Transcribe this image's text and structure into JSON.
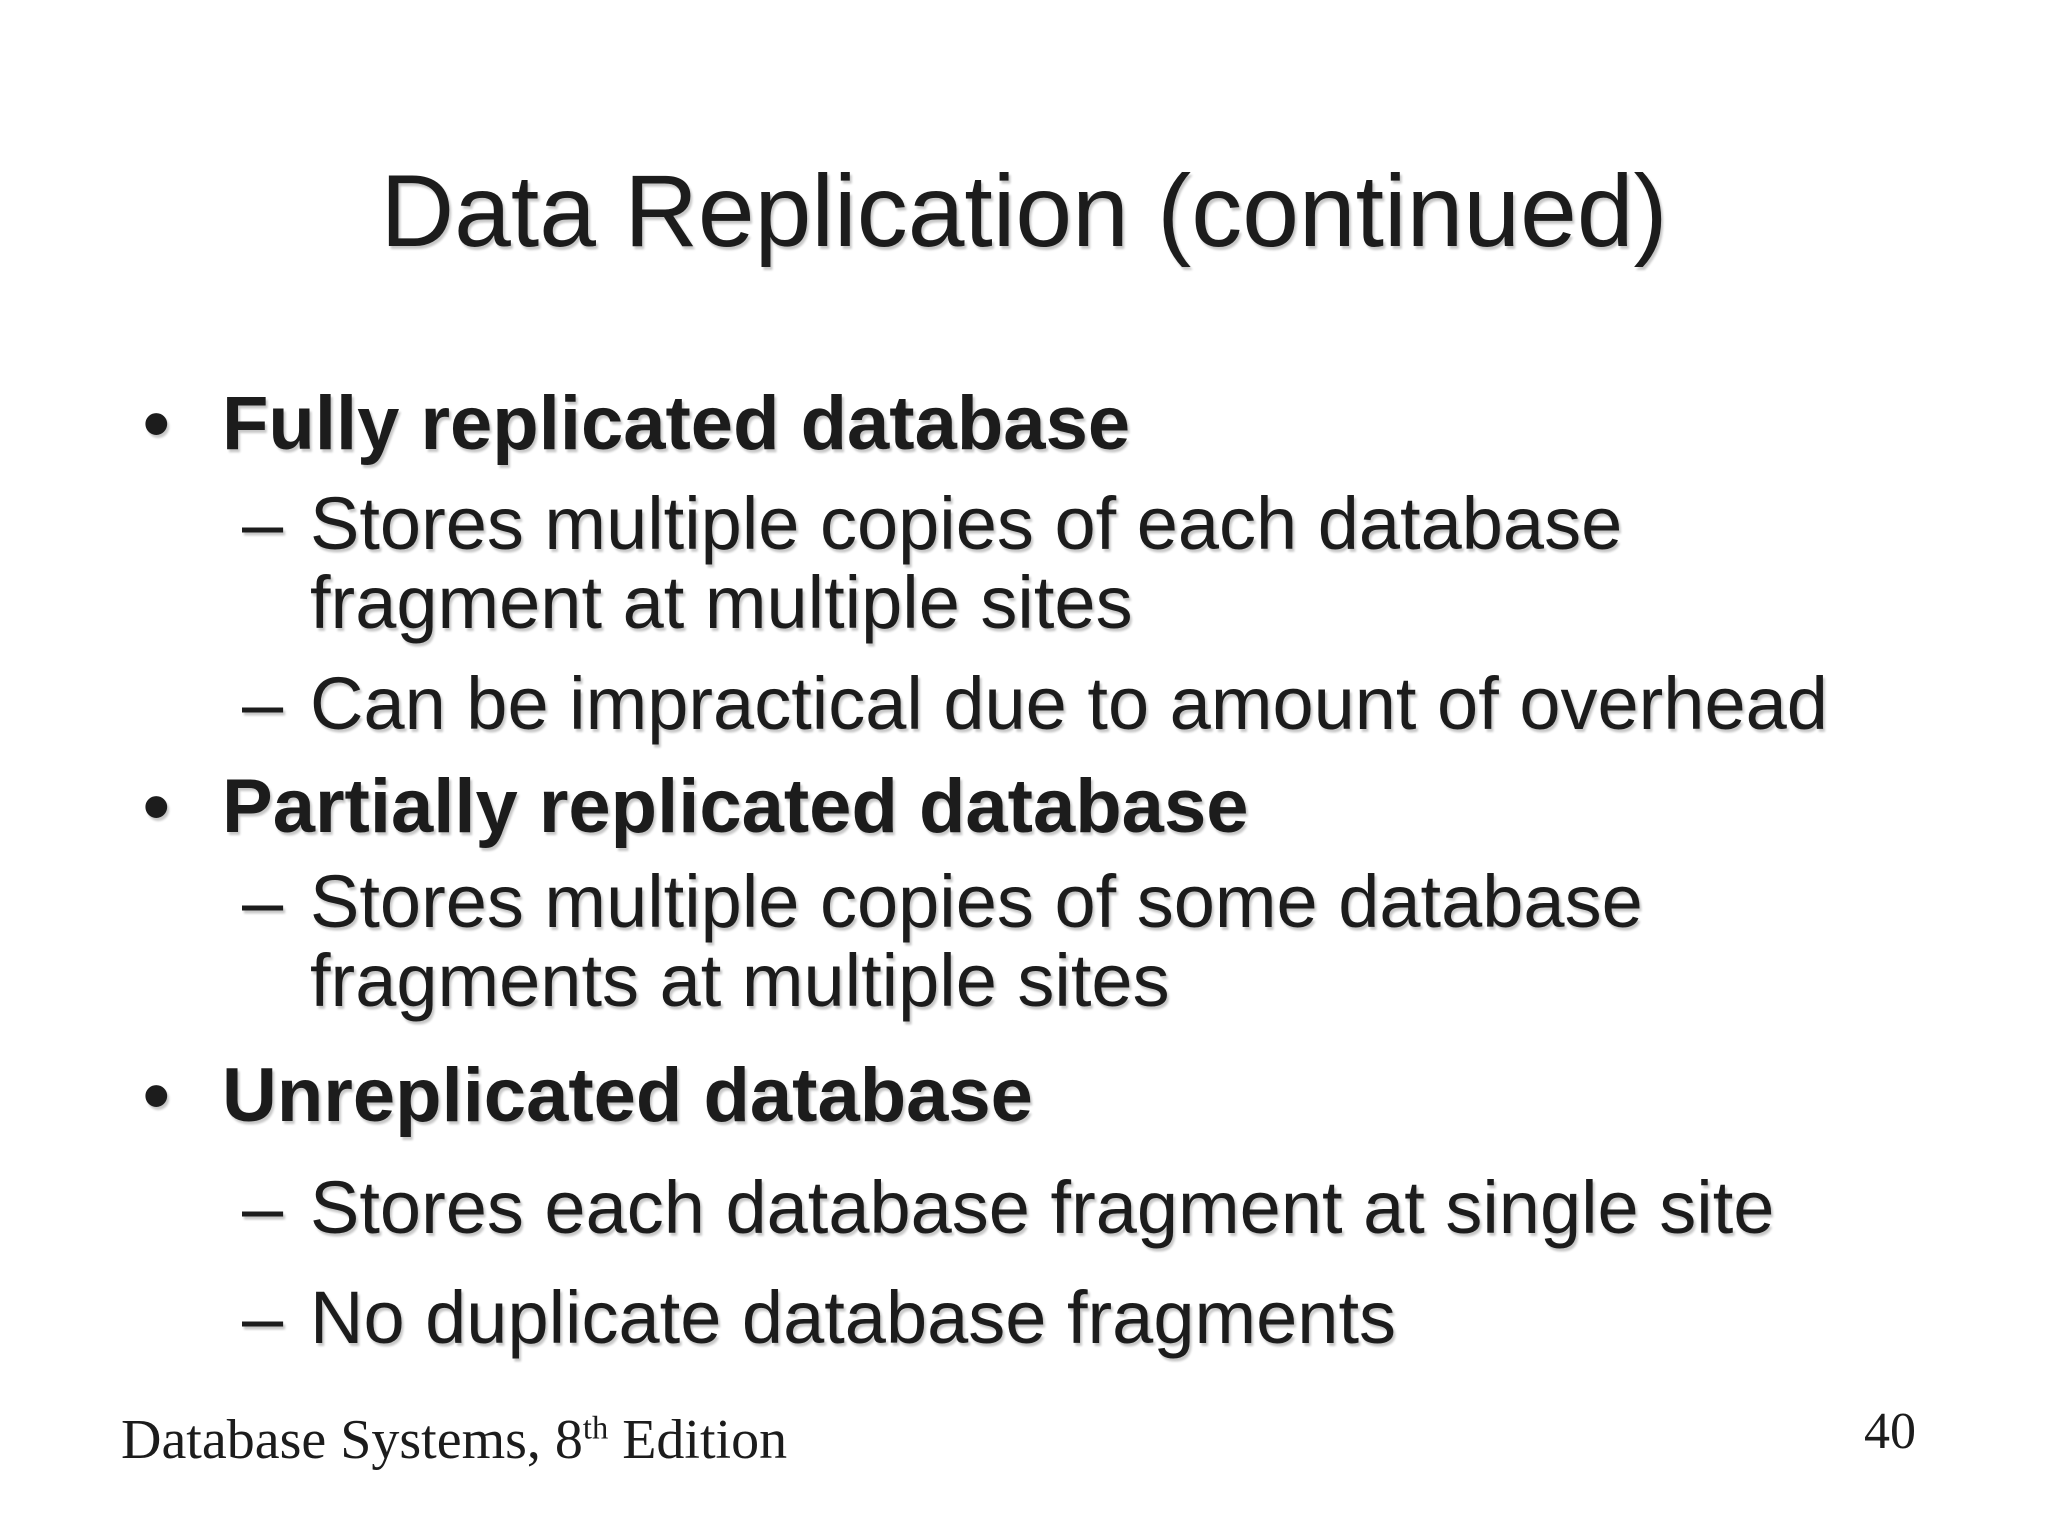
{
  "slide": {
    "background_color": "#ffffff",
    "text_color": "#1c1c1c",
    "title": "Data Replication (continued)",
    "bullets": [
      {
        "level": 1,
        "marker": "•",
        "lines": [
          "Fully replicated database"
        ]
      },
      {
        "level": 2,
        "marker": "–",
        "lines": [
          "Stores multiple copies of each database",
          "fragment at multiple sites"
        ]
      },
      {
        "level": 2,
        "marker": "–",
        "lines": [
          "Can be impractical due to amount of overhead"
        ]
      },
      {
        "level": 1,
        "marker": "•",
        "lines": [
          "Partially replicated database"
        ]
      },
      {
        "level": 2,
        "marker": "–",
        "lines": [
          "Stores multiple copies of some database",
          "fragments at multiple sites"
        ]
      },
      {
        "level": 1,
        "marker": "•",
        "lines": [
          "Unreplicated database"
        ]
      },
      {
        "level": 2,
        "marker": "–",
        "lines": [
          "Stores each database fragment at single site"
        ]
      },
      {
        "level": 2,
        "marker": "–",
        "lines": [
          "No duplicate database fragments"
        ]
      }
    ],
    "footer": {
      "text_before_superscript": "Database Systems, 8",
      "superscript": "th",
      "text_after_superscript": " Edition",
      "page_number": "40"
    }
  }
}
